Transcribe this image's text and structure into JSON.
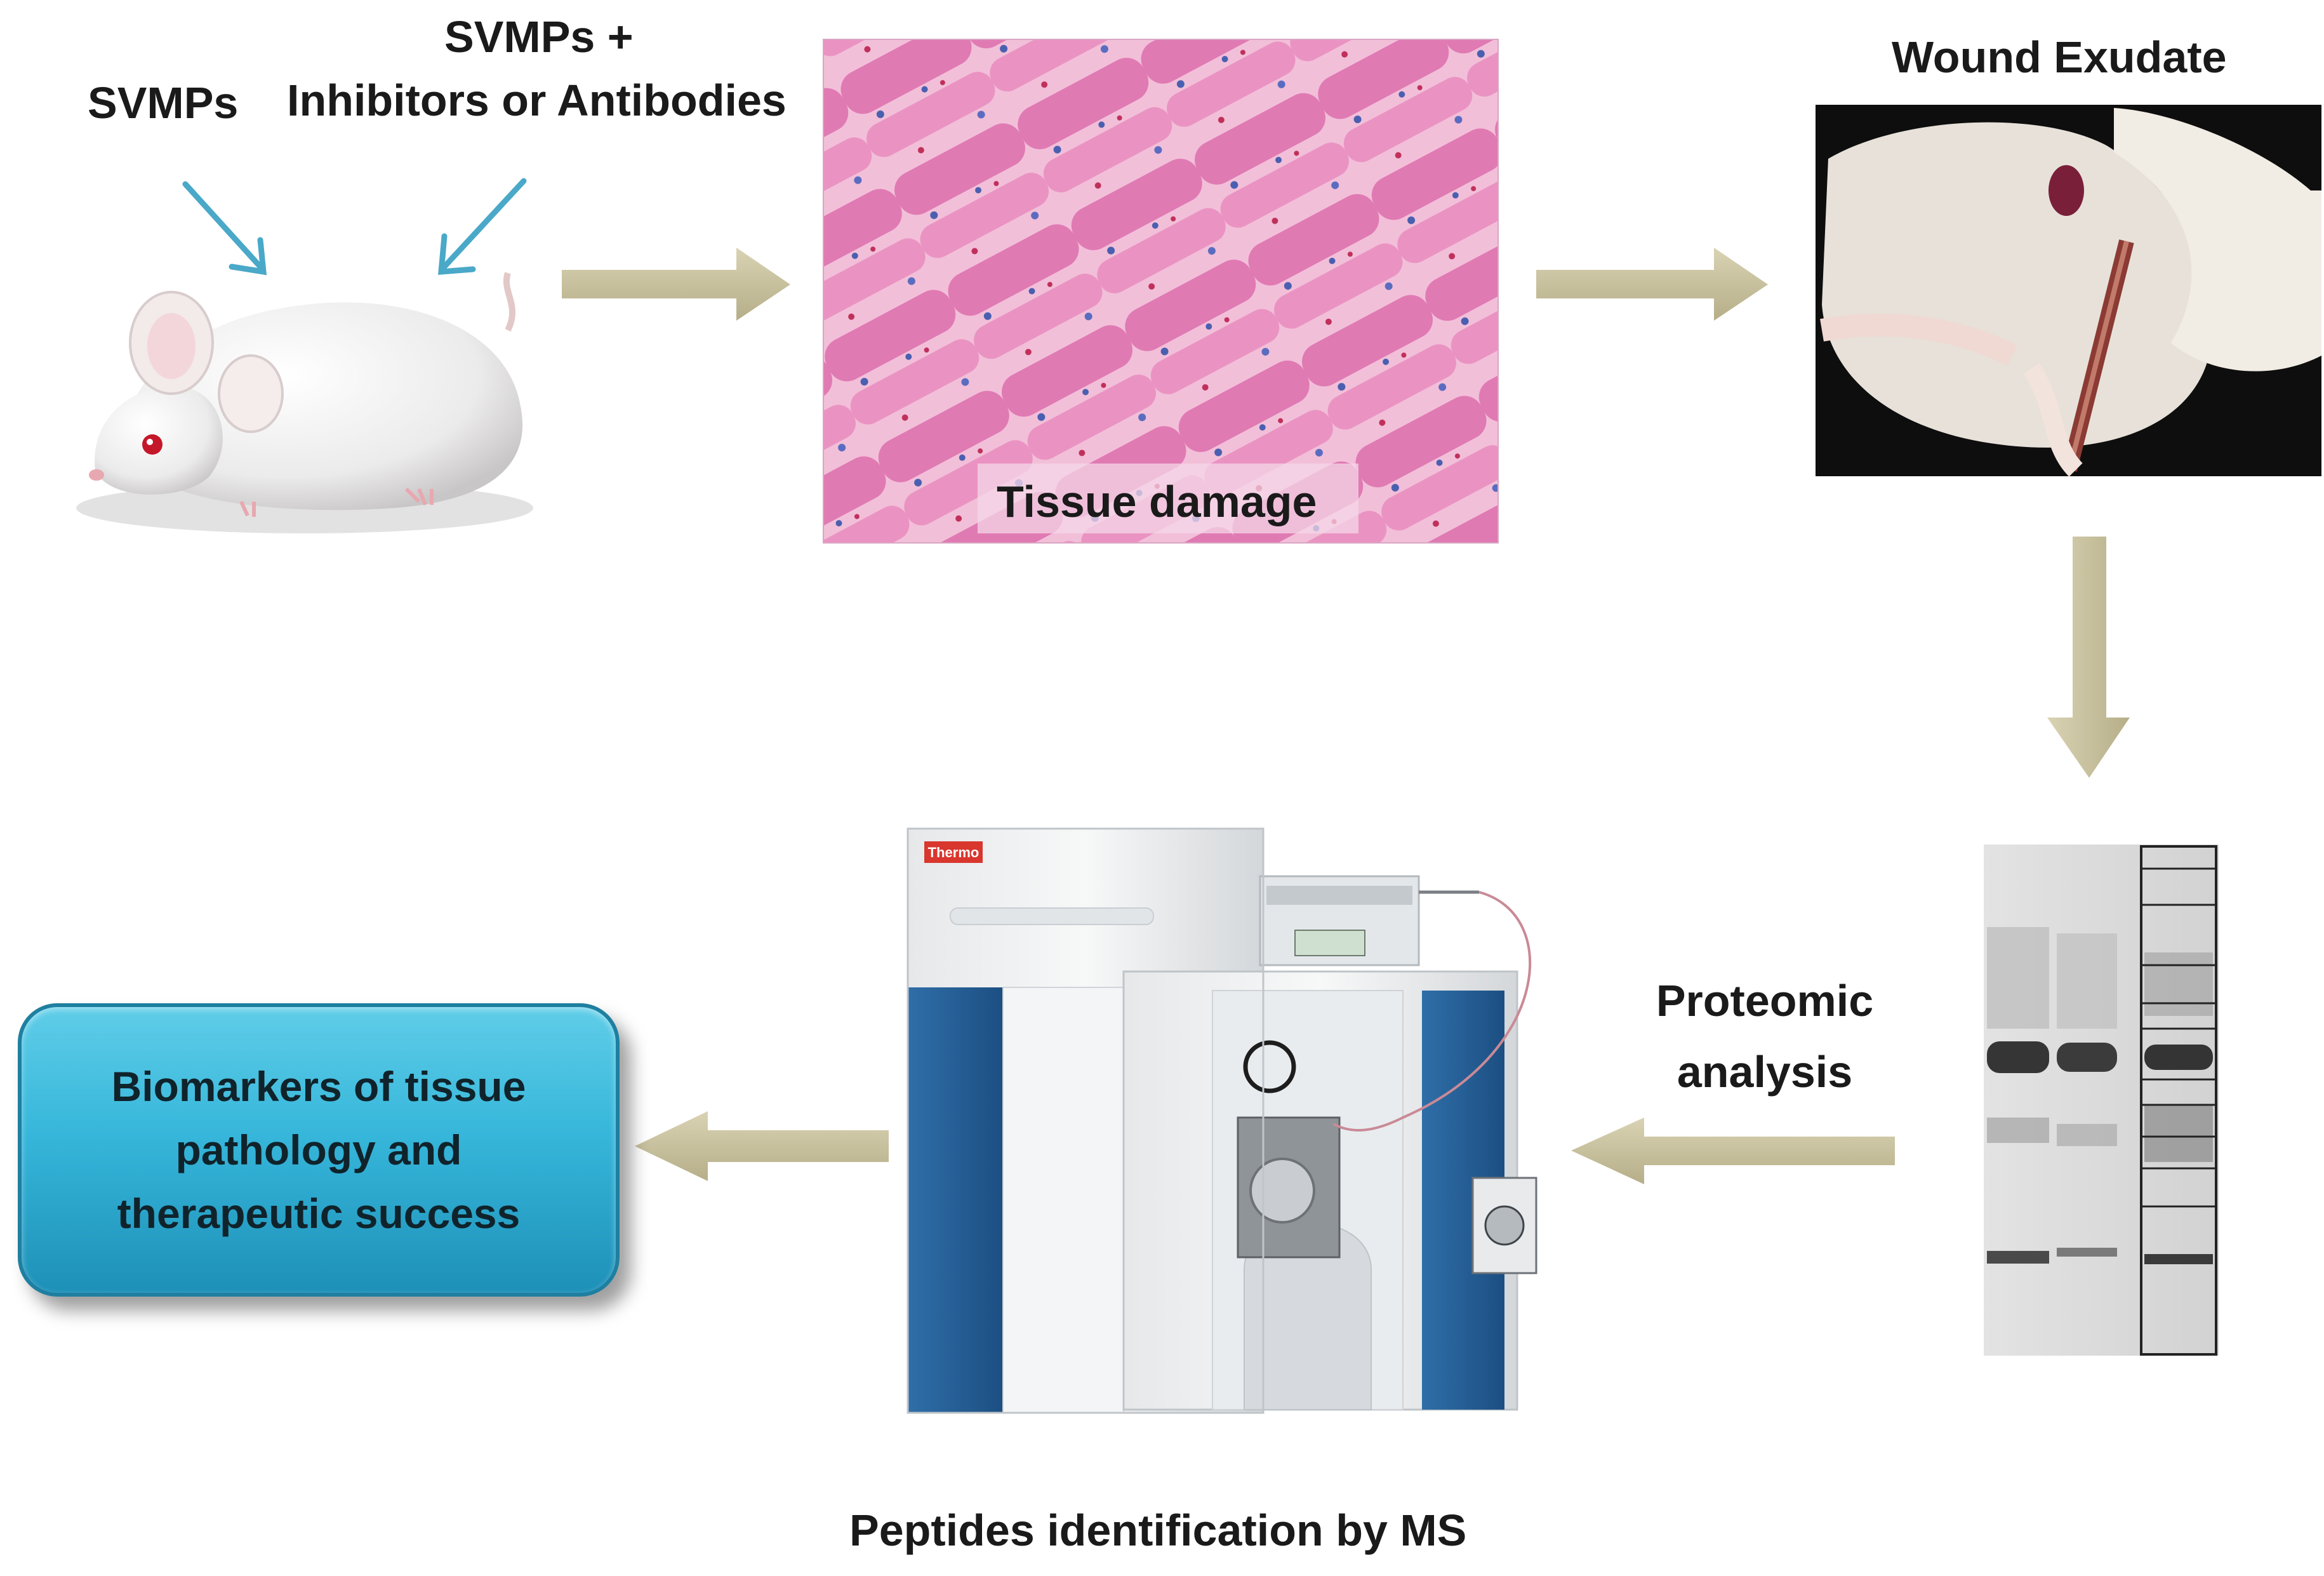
{
  "labels": {
    "svmps": "SVMPs",
    "svmps_plus": "SVMPs +",
    "inhibitors": "Inhibitors  or  Antibodies",
    "tissue_damage": "Tissue damage",
    "wound_exudate": "Wound Exudate",
    "proteomic_line1": "Proteomic",
    "proteomic_line2": "analysis",
    "peptides": "Peptides identification by MS"
  },
  "result_box": {
    "line1": "Biomarkers  of tissue",
    "line2": "pathology  and",
    "line3": "therapeutic success"
  },
  "instrument_brand": "Thermo",
  "colors": {
    "flow_arrow": "#c9c2a0",
    "input_arrow": "#4aa8c8",
    "box_fill": "#36b6da",
    "tissue_pink": "#e67fb6"
  }
}
